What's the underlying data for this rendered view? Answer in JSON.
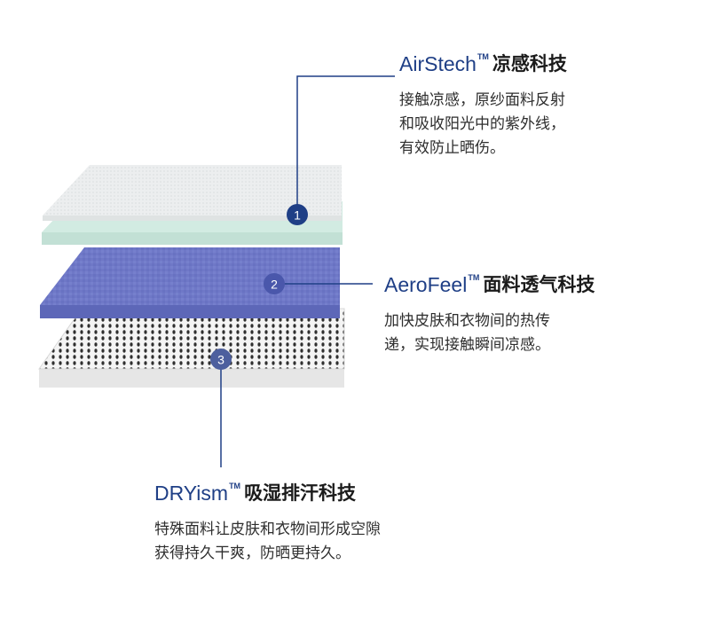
{
  "features": [
    {
      "number": "1",
      "brand": "AirStech",
      "trademark": "TM",
      "title_cn": "凉感科技",
      "description": [
        "接触凉感，原纱面料反射",
        "和吸收阳光中的紫外线，",
        "有效防止晒伤。"
      ]
    },
    {
      "number": "2",
      "brand": "AeroFeel",
      "trademark": "TM",
      "title_cn": "面料透气科技",
      "description": [
        "加快皮肤和衣物间的热传",
        "递，实现接触瞬间凉感。"
      ]
    },
    {
      "number": "3",
      "brand": "DRYism",
      "trademark": "TM",
      "title_cn": "吸湿排汗科技",
      "description": [
        "特殊面料让皮肤和衣物间形成空隙",
        "获得持久干爽，防晒更持久。"
      ]
    }
  ],
  "colors": {
    "accent": "#1f3f86",
    "layer_top": "#e7eaea",
    "layer_mint": "#d3ebe3",
    "layer_purple": "#7079c9",
    "layer_mesh": "#f2f2f2"
  }
}
